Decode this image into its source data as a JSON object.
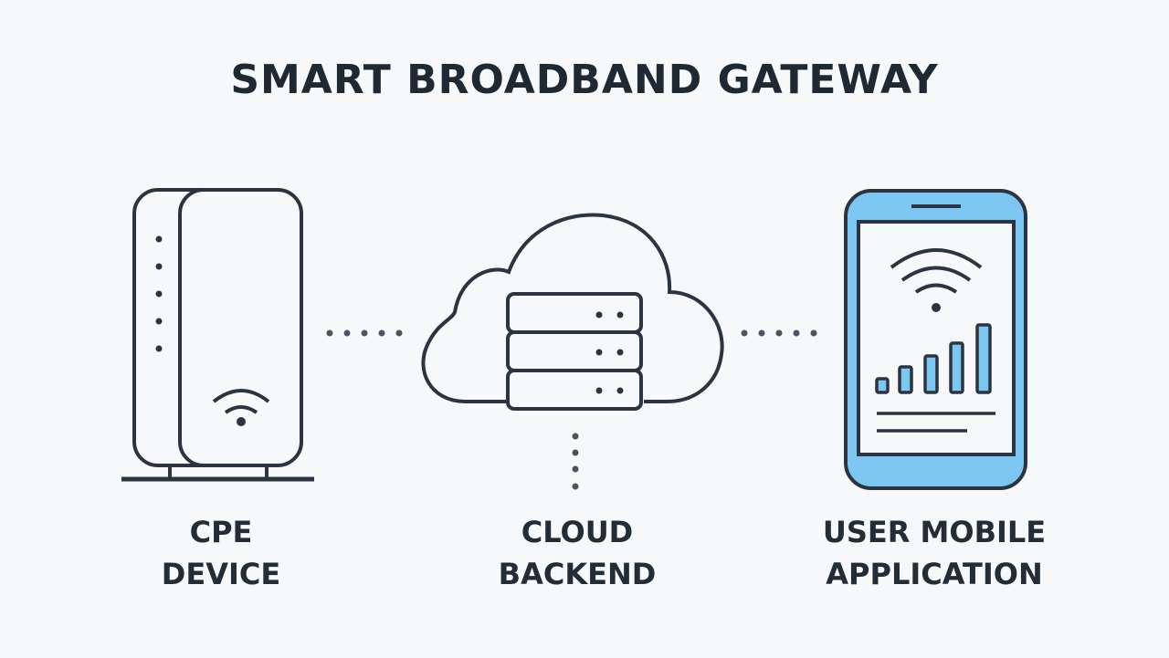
{
  "title": "SMART BROADBAND GATEWAY",
  "nodes": [
    {
      "id": "cpe",
      "icon": "router-icon",
      "label_lines": [
        "CPE",
        "DEVICE"
      ]
    },
    {
      "id": "cloud",
      "icon": "cloud-server-icon",
      "label_lines": [
        "CLOUD",
        "BACKEND"
      ]
    },
    {
      "id": "mobile",
      "icon": "smartphone-icon",
      "label_lines": [
        "USER MOBILE",
        "APPLICATION"
      ]
    }
  ],
  "connections": [
    {
      "from": "cpe",
      "to": "cloud",
      "style": "dotted"
    },
    {
      "from": "cloud",
      "to": "mobile",
      "style": "dotted"
    }
  ],
  "colors": {
    "stroke": "#2b3440",
    "accent": "#7cc6f2",
    "background": "#f7f8f9"
  }
}
